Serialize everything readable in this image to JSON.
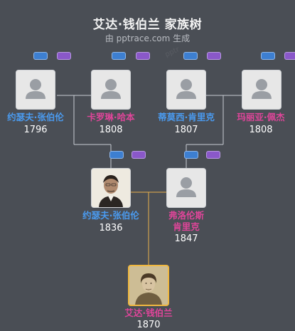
{
  "header": {
    "title": "艾达·钱伯兰 家族树",
    "subtitle": "由 pptrace.com 生成",
    "watermark": "pptr"
  },
  "colors": {
    "background": "#4a4e55",
    "male": "#4a9bf0",
    "female": "#e0459a",
    "line": "#c8ccd2",
    "focus_line": "#e8b04a",
    "pill_blue": "#3d7fd1",
    "pill_purple": "#8a58c9"
  },
  "people": {
    "gp1": {
      "name": "约瑟夫·张伯伦",
      "year": "1796",
      "gender": "male",
      "photo": "placeholder"
    },
    "gp2": {
      "name": "卡罗琳·哈本",
      "year": "1808",
      "gender": "female",
      "photo": "placeholder"
    },
    "gp3": {
      "name": "蒂莫西·肯里克",
      "year": "1807",
      "gender": "male",
      "photo": "placeholder"
    },
    "gp4": {
      "name": "玛丽亚·佩杰",
      "year": "1808",
      "gender": "female",
      "photo": "placeholder"
    },
    "father": {
      "name": "约瑟夫·张伯伦",
      "year": "1836",
      "gender": "male",
      "photo": "portrait-man"
    },
    "mother": {
      "name_line1": "弗洛伦斯",
      "name_line2": "肯里克",
      "year": "1847",
      "gender": "female",
      "photo": "placeholder"
    },
    "self": {
      "name": "艾达·钱伯兰",
      "year": "1870",
      "gender": "female",
      "photo": "portrait-woman"
    }
  }
}
